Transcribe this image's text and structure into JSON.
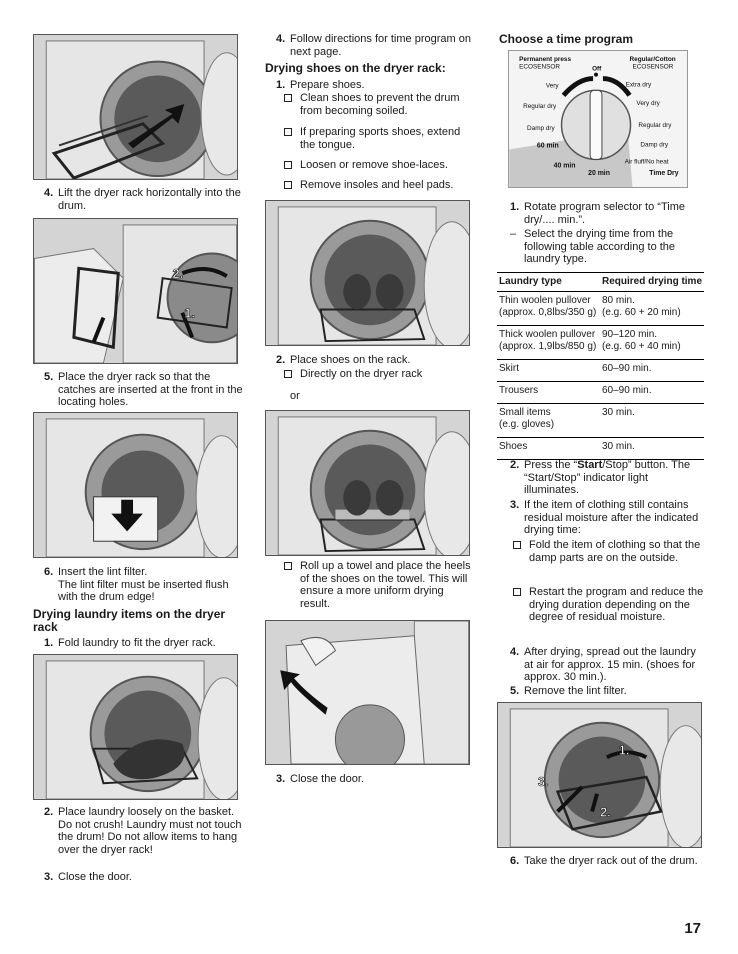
{
  "col1": {
    "step4": {
      "num": "4.",
      "text": "Lift the dryer rack horizontally into the drum."
    },
    "step5": {
      "num": "5.",
      "text": "Place the dryer rack so that the catches are inserted at the front in the locating holes."
    },
    "fig2_labels": {
      "a": "2.",
      "b": "1."
    },
    "step6": {
      "num": "6.",
      "text": "Insert the lint filter.",
      "note": "The lint filter must be inserted flush with the drum edge!"
    },
    "heading_laundry": "Drying laundry items on the dryer rack",
    "laundry_step1": {
      "num": "1.",
      "text": "Fold laundry to fit the dryer rack."
    },
    "laundry_step2": {
      "num": "2.",
      "text": "Place laundry loosely on the basket. Do not crush! Laundry must not touch the drum! Do not allow items to hang over the dryer rack!"
    },
    "laundry_step3": {
      "num": "3.",
      "text": "Close the door."
    }
  },
  "col2": {
    "step4": {
      "num": "4.",
      "text": "Follow directions for time program on next page."
    },
    "heading_shoes": "Drying shoes on the dryer rack:",
    "shoes_step1": {
      "num": "1.",
      "text": "Prepare shoes."
    },
    "checks1": [
      "Clean shoes to prevent the drum from becoming soiled.",
      "If preparing sports shoes, extend the tongue.",
      "Loosen or remove shoe-laces.",
      "Remove insoles and heel pads."
    ],
    "shoes_step2": {
      "num": "2.",
      "text": "Place shoes on the rack."
    },
    "check_directly": "Directly on the dryer rack",
    "or": "or",
    "check_towel": "Roll up a towel and place the heels of the shoes on the towel. This will ensure a more uniform drying result.",
    "shoes_step3": {
      "num": "3.",
      "text": "Close the door."
    }
  },
  "col3": {
    "heading_time": "Choose a time program",
    "dial": {
      "left_title": "Permanent press",
      "left_sub": "ECOSENSOR",
      "right_title": "Regular/Cotton",
      "right_sub": "ECOSENSOR",
      "off": "Off",
      "very": "Very",
      "extra_dry": "Extra dry",
      "regular_dry_l": "Regular dry",
      "very_dry_r": "Very dry",
      "damp_dry_l": "Damp dry",
      "regular_dry_r": "Regular dry",
      "min60": "60 min",
      "damp_dry_r": "Damp dry",
      "min40": "40 min",
      "min20": "20 min",
      "air_fluff": "Air fluff/No heat",
      "time_dry": "Time Dry"
    },
    "step1": {
      "num": "1.",
      "text": "Rotate program selector to “Time dry/.... min.”."
    },
    "dash": {
      "mark": "–",
      "text": "Select the drying time from the following table according to the laundry type."
    },
    "table": {
      "headers": [
        "Laundry type",
        "Required drying time"
      ],
      "rows": [
        [
          "Thin woolen pullover",
          "(approx. 0,8lbs/350 g)",
          "80 min.",
          "(e.g. 60 + 20 min)"
        ],
        [
          "Thick woolen pullover",
          "(approx. 1,9lbs/850 g)",
          "90–120 min.",
          "(e.g. 60 + 40 min)"
        ],
        [
          "Skirt",
          "",
          "60–90 min.",
          ""
        ],
        [
          "Trousers",
          "",
          "60–90 min.",
          ""
        ],
        [
          "Small items",
          "(e.g. gloves)",
          "30 min.",
          ""
        ],
        [
          "Shoes",
          "",
          "30 min.",
          ""
        ]
      ]
    },
    "step2": {
      "num": "2.",
      "pre": "Press the “",
      "bold": "Start",
      "post": "/Stop” button. The “Start/Stop” indicator light illuminates."
    },
    "step3": {
      "num": "3.",
      "text": "If the item of clothing still contains residual moisture after the indicated drying time:"
    },
    "checks3": [
      "Fold the item of clothing so that the damp parts are on the outside.",
      "Restart the program and reduce the drying duration depending on the degree of residual moisture."
    ],
    "step4": {
      "num": "4.",
      "text": "After drying, spread out the laundry at air for approx. 15 min. (shoes for approx. 30 min.)."
    },
    "step5": {
      "num": "5.",
      "text": "Remove the lint filter."
    },
    "fig_labels": {
      "a": "1.",
      "b": "3.",
      "c": "2."
    },
    "step6": {
      "num": "6.",
      "text": "Take the dryer rack out of the drum."
    }
  },
  "page_number": "17"
}
